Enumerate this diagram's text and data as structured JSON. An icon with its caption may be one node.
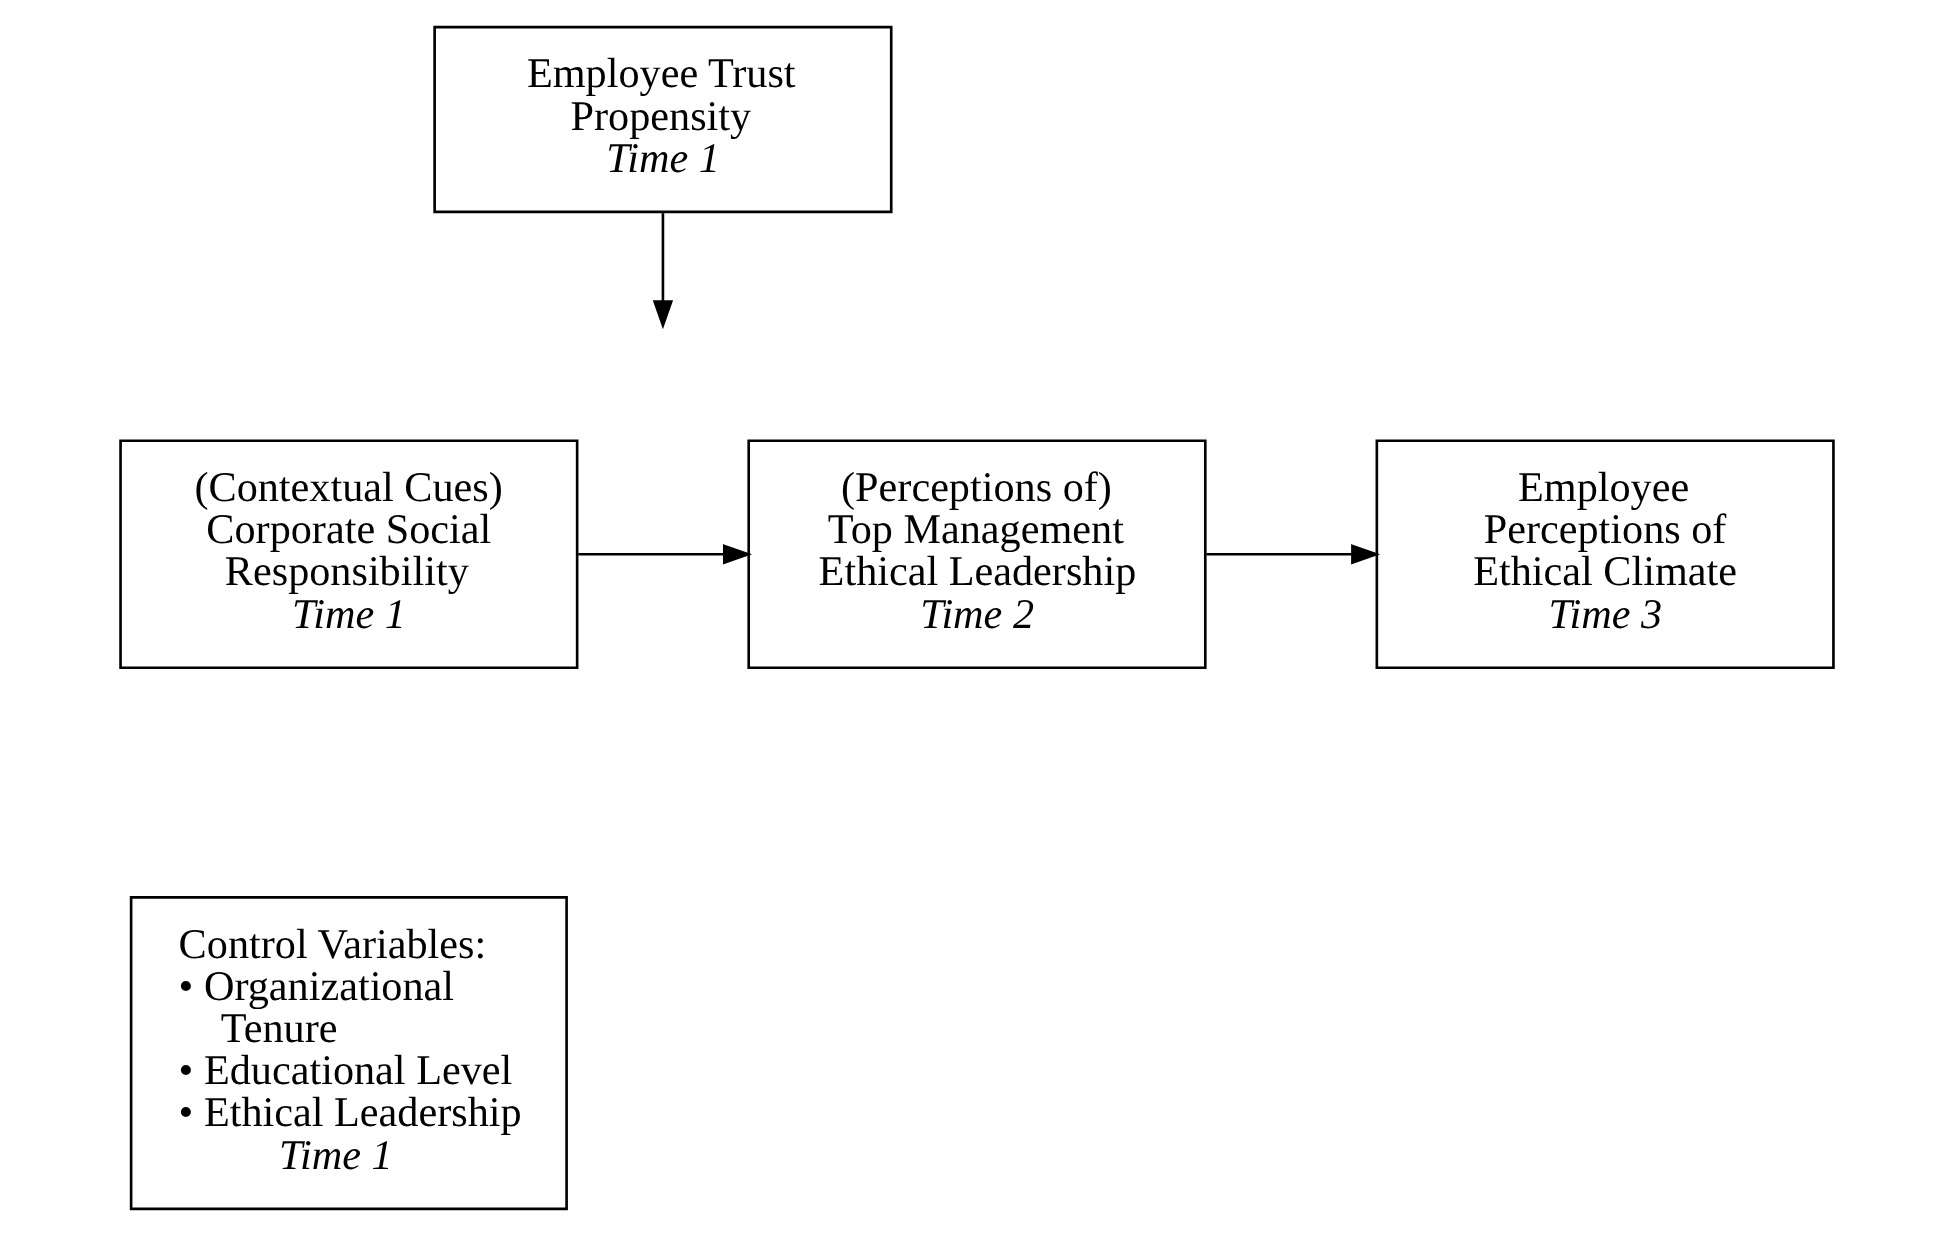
{
  "diagram": {
    "nodes": [
      {
        "text": [
          "Employee Trust Propensity",
          "Time 1"
        ]
      },
      {
        "text": [
          "(Contextual Cues) Corporate Social Responsibility",
          "Time 1"
        ]
      },
      {
        "text": [
          "(Perceptions of) Top Management Ethical Leadership",
          "Time 2"
        ]
      },
      {
        "text": [
          "Employee Perceptions of Ethical Climate",
          "Time 3"
        ]
      },
      {
        "text": [
          "Control Variables:",
          "• Organizational Tenure",
          "• Educational Level",
          "• Ethical Leadership",
          "Time 1"
        ]
      }
    ],
    "edges": [
      {
        "from": 0,
        "to": null,
        "arrow": "to"
      },
      {
        "from": 1,
        "to": 2,
        "arrow": "to"
      },
      {
        "from": 2,
        "to": 3,
        "arrow": "to"
      }
    ]
  }
}
